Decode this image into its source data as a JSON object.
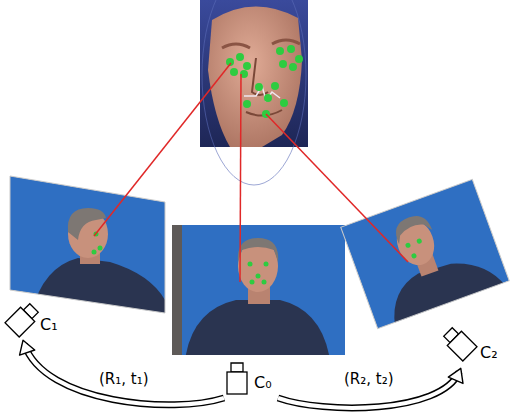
{
  "diagram": {
    "nodes": [
      {
        "text": [
          "C₁"
        ]
      },
      {
        "text": [
          "C₀"
        ]
      },
      {
        "text": [
          "C₂"
        ]
      }
    ],
    "edges": [
      {
        "from": 1,
        "to": 0,
        "label": "(R₁, t₁)",
        "arrow": "to"
      },
      {
        "from": 1,
        "to": 2,
        "label": "(R₂, t₂)",
        "arrow": "to"
      }
    ]
  }
}
